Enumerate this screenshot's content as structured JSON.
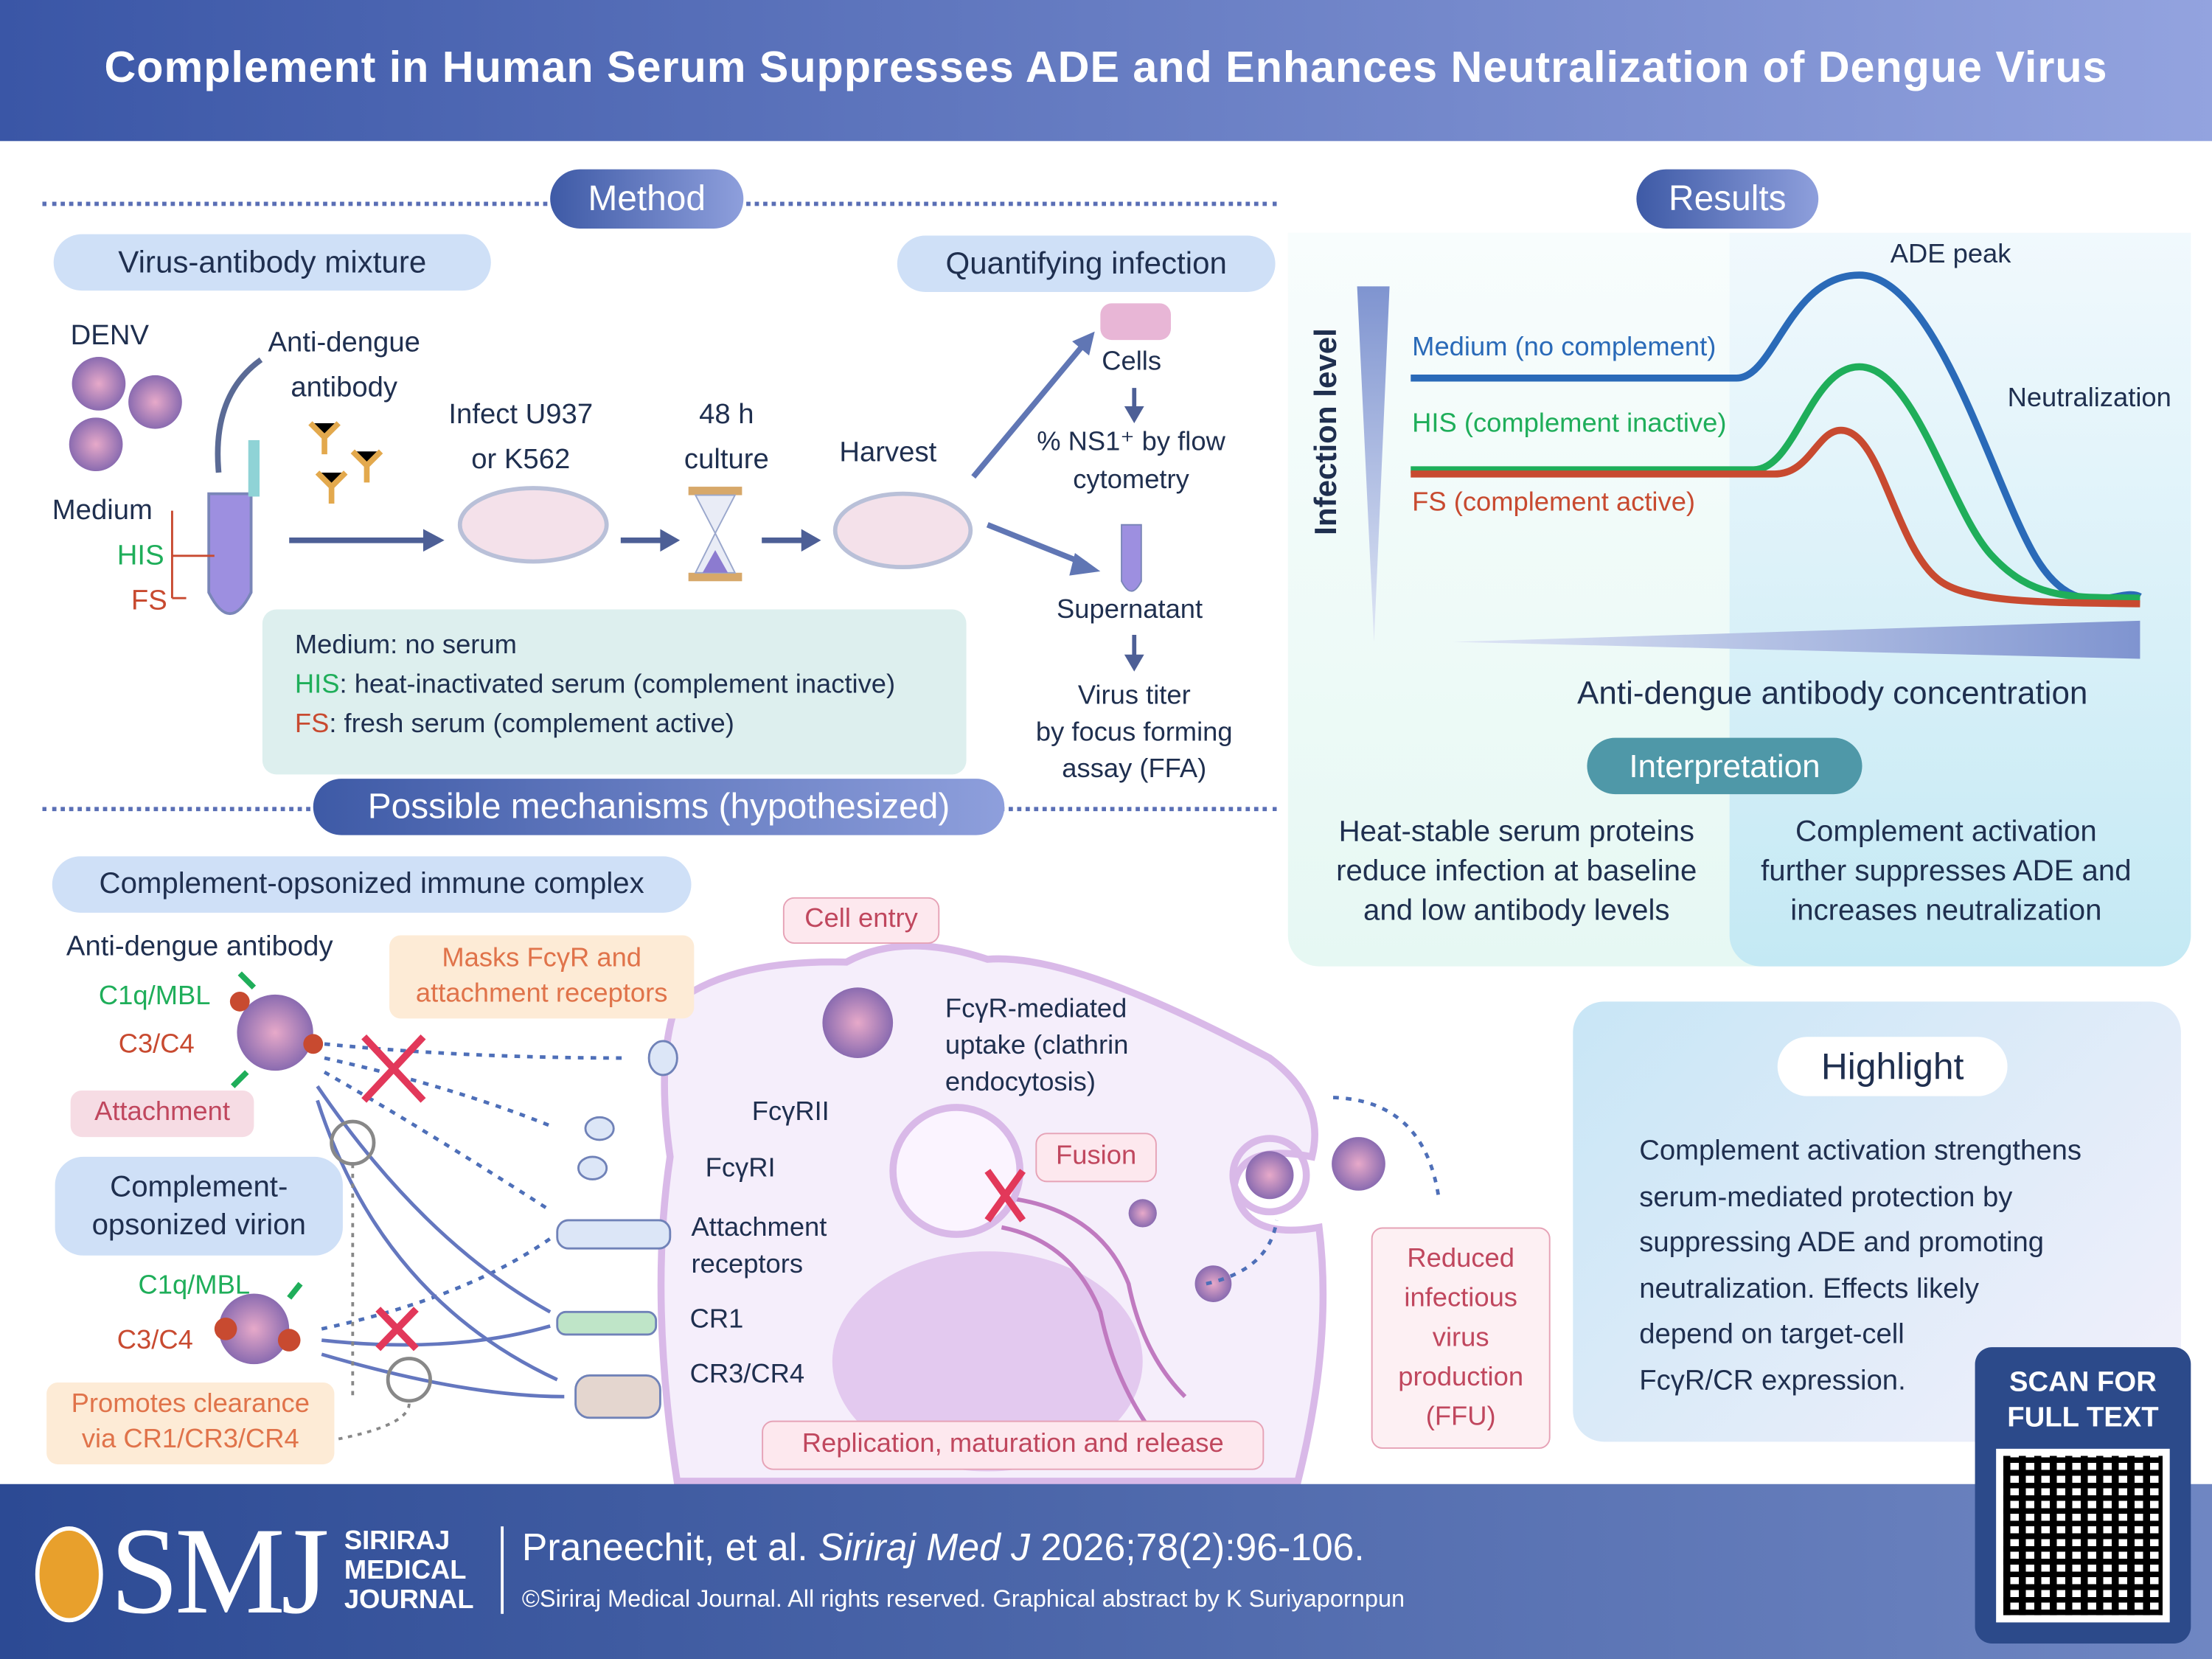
{
  "title": "Complement in Human Serum Suppresses ADE and Enhances Neutralization of Dengue Virus",
  "method": {
    "header": "Method",
    "mixture_label": "Virus-antibody mixture",
    "quant_label": "Quantifying infection",
    "denv": "DENV",
    "antibody": [
      "Anti-dengue",
      "antibody"
    ],
    "conditions": [
      "Medium",
      "HIS",
      "FS"
    ],
    "infect": [
      "Infect U937",
      "or K562"
    ],
    "culture": [
      "48 h",
      "culture"
    ],
    "harvest": "Harvest",
    "cells": "Cells",
    "flow": [
      "% NS1⁺ by flow",
      "cytometry"
    ],
    "supernatant": "Supernatant",
    "titer": [
      "Virus titer",
      "by focus forming",
      "assay (FFA)"
    ],
    "legend": [
      {
        "key": "Medium",
        "desc": ": no serum"
      },
      {
        "key": "HIS",
        "desc": ": heat-inactivated serum (complement inactive)"
      },
      {
        "key": "FS",
        "desc": ": fresh serum (complement active)"
      }
    ]
  },
  "results": {
    "header": "Results",
    "ylabel": "Infection level",
    "xlabel": "Anti-dengue antibody concentration",
    "annotations": [
      "ADE peak",
      "Neutralization"
    ],
    "series": [
      {
        "name": "Medium (no complement)",
        "color": "#2a6ab8"
      },
      {
        "name": "HIS (complement inactive)",
        "color": "#1fae5a"
      },
      {
        "name": "FS (complement active)",
        "color": "#c84a30"
      }
    ],
    "interpretation_header": "Interpretation",
    "interpretation": [
      [
        "Heat-stable serum proteins",
        "reduce infection at baseline",
        "and low antibody levels"
      ],
      [
        "Complement activation",
        "further suppresses ADE and",
        "increases neutralization"
      ]
    ]
  },
  "mechanisms": {
    "header": "Possible mechanisms (hypothesized)",
    "complex_label": "Complement-opsonized immune complex",
    "antibody": "Anti-dengue antibody",
    "c1q": "C1q/MBL",
    "c3": "C3/C4",
    "masks": [
      "Masks FcγR and",
      "attachment receptors"
    ],
    "attachment": "Attachment",
    "virion_label": [
      "Complement-",
      "opsonized virion"
    ],
    "clearance": [
      "Promotes clearance",
      "via CR1/CR3/CR4"
    ],
    "cell_entry": "Cell entry",
    "uptake": [
      "FcγR-mediated",
      "uptake (clathrin",
      "endocytosis)"
    ],
    "receptors": [
      "FcγRII",
      "FcγRI",
      "Attachment",
      "receptors",
      "CR1",
      "CR3/CR4"
    ],
    "fusion": "Fusion",
    "replication": "Replication, maturation and release",
    "reduced": [
      "Reduced",
      "infectious",
      "virus",
      "production",
      "(FFU)"
    ]
  },
  "highlight": {
    "header": "Highlight",
    "lines": [
      "Complement activation strengthens",
      "serum-mediated protection by",
      "suppressing ADE and promoting",
      "neutralization. Effects likely",
      "depend on target-cell",
      "FcγR/CR expression."
    ]
  },
  "qr": {
    "label": [
      "SCAN FOR",
      "FULL TEXT"
    ]
  },
  "footer": {
    "logo": "SMJ",
    "journal": [
      "SIRIRAJ",
      "MEDICAL",
      "JOURNAL"
    ],
    "citation_authors": "Praneechit, et al. ",
    "citation_journal": "Siriraj Med J",
    "citation_rest": " 2026;78(2):96-106.",
    "copyright": "©Siriraj Medical Journal. All rights reserved. Graphical abstract by K Suriyapornpun"
  },
  "colors": {
    "navy": "#2c4a94",
    "blue": "#2a6ab8",
    "green": "#1fae5a",
    "red": "#c84a30",
    "orange": "#e0734a"
  }
}
